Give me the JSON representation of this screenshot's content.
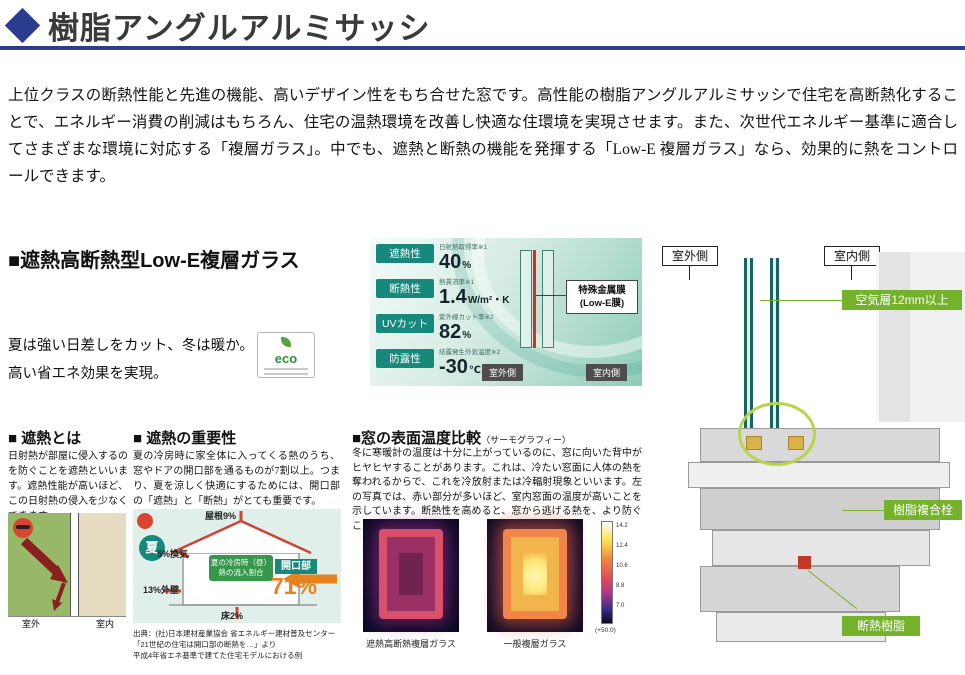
{
  "colors": {
    "accent_navy": "#2c3c8e",
    "accent_green": "#74b22c",
    "accent_teal": "#16897c",
    "accent_orange": "#e8821e"
  },
  "header": {
    "title": "樹脂アングルアルミサッシ"
  },
  "intro": "上位クラスの断熱性能と先進の機能、高いデザイン性をもち合せた窓です。高性能の樹脂アングルアルミサッシで住宅を高断熱化することで、エネルギー消費の削減はもちろん、住宅の温熱環境を改善し快適な住環境を実現させます。また、次世代エネルギー基準に適合してさまざまな環境に対応する「複層ガラス」。中でも、遮熱と断熱の機能を発揮する「Low-E 複層ガラス」なら、効果的に熱をコントロールできます。",
  "glass": {
    "heading": "■遮熱高断熱型Low-E複層ガラス",
    "tagline1": "夏は強い日差しをカット、冬は暖か。",
    "tagline2": "高い省エネ効果を実現。",
    "eco": "eco",
    "specs": [
      {
        "label": "遮熱性",
        "sub": "日射熱取得率※1",
        "value": "40",
        "unit": "%"
      },
      {
        "label": "断熱性",
        "sub": "熱貫流率※1",
        "value": "1.4",
        "unit": "W/m²・K"
      },
      {
        "label": "UVカット",
        "sub": "紫外線カット率※2",
        "value": "82",
        "unit": "%"
      },
      {
        "label": "防露性",
        "sub": "結露発生外気温度※2",
        "value": "-30",
        "unit": "℃"
      }
    ],
    "film_label": "特殊金属膜\n(Low-E膜)",
    "outside": "室外側",
    "inside": "室内側"
  },
  "section_view": {
    "outside": "室外側",
    "inside": "室内側",
    "air_gap": "空気層12mm以上",
    "resin_joint": "樹脂複合栓",
    "insulation_resin": "断熱樹脂"
  },
  "shading": {
    "heading": "■ 遮熱とは",
    "body": "日射熱が部屋に侵入するのを防ぐことを遮熱といいます。遮熱性能が高いほど、この日射熱の侵入を少なくできます。",
    "outside": "室外",
    "inside": "室内"
  },
  "importance": {
    "heading": "■ 遮熱の重要性",
    "body": "夏の冷房時に家全体に入ってくる熱のうち、窓やドアの開口部を通るものが7割以上。つまり、夏を涼しく快適にするためには、開口部の「遮熱」と「断熱」がとても重要です。",
    "season": "夏",
    "roof": "屋根9%",
    "vent": "5%換気",
    "wall": "13%外壁",
    "floor": "床2%",
    "flow_label": "夏の冷房時（昼）\n熱の流入割合",
    "opening_label": "開口部",
    "opening_value": "71%",
    "source": "出典：(社)日本建材産業協会 省エネルギー建材普及センター\n「21世紀の住宅は開口部の断熱を…」より\n平成4年省エネ基準で建てた住宅モデルにおける例"
  },
  "thermo": {
    "heading": "■窓の表面温度比較",
    "heading_sub": "（サーモグラフィー）",
    "body": "冬に寒暖計の温度は十分に上がっているのに、窓に向いた背中がヒヤヒヤすることがあります。これは、冷たい窓面に人体の熱を奪われるからで、これを冷放射または冷輻射現象といいます。左の写真では、赤い部分が多いほど、室内窓面の温度が高いことを示しています。断熱性を高めると、窓から逃げる熱を、より防ぐことができます。",
    "caption_left": "遮熱高断熱複層ガラス",
    "caption_right": "一般複層ガラス",
    "scale_ticks": [
      "14.2",
      "12.4",
      "10.6",
      "8.8",
      "7.0"
    ],
    "scale_bottom": "(+50.0)"
  }
}
